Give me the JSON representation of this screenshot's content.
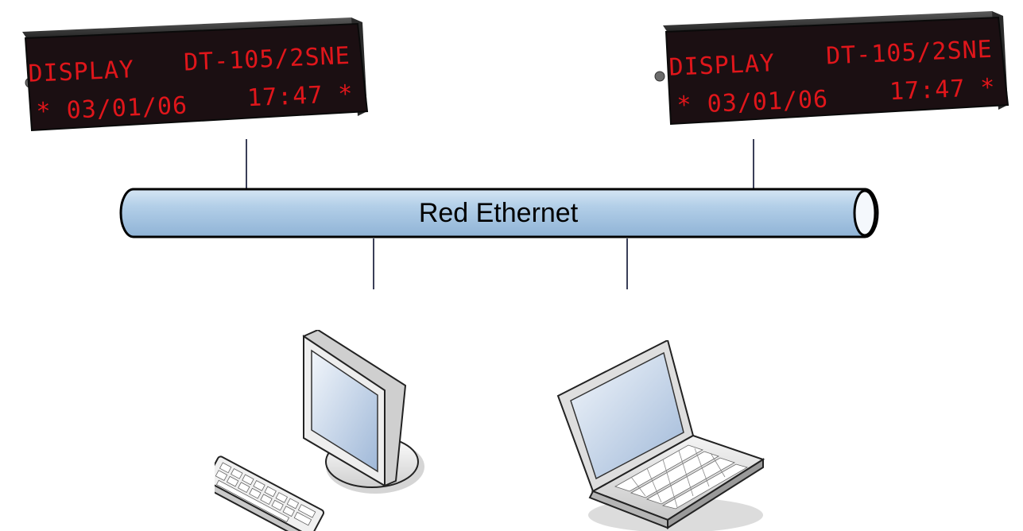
{
  "displays": [
    {
      "line1_left": "DISPLAY",
      "line1_right": "DT-105/2SNE",
      "line2_left": "* 03/01/06",
      "line2_right": "17:47 *"
    },
    {
      "line1_left": "DISPLAY",
      "line1_right": "DT-105/2SNE",
      "line2_left": "* 03/01/06",
      "line2_right": "17:47 *"
    }
  ],
  "network": {
    "label": "Red Ethernet"
  },
  "devices": {
    "desktop_icon": "desktop-computer-icon",
    "laptop_icon": "laptop-computer-icon"
  },
  "colors": {
    "led_red": "#e0161b",
    "bus_fill": "#a9c9e4",
    "wire": "#3a3f58"
  }
}
